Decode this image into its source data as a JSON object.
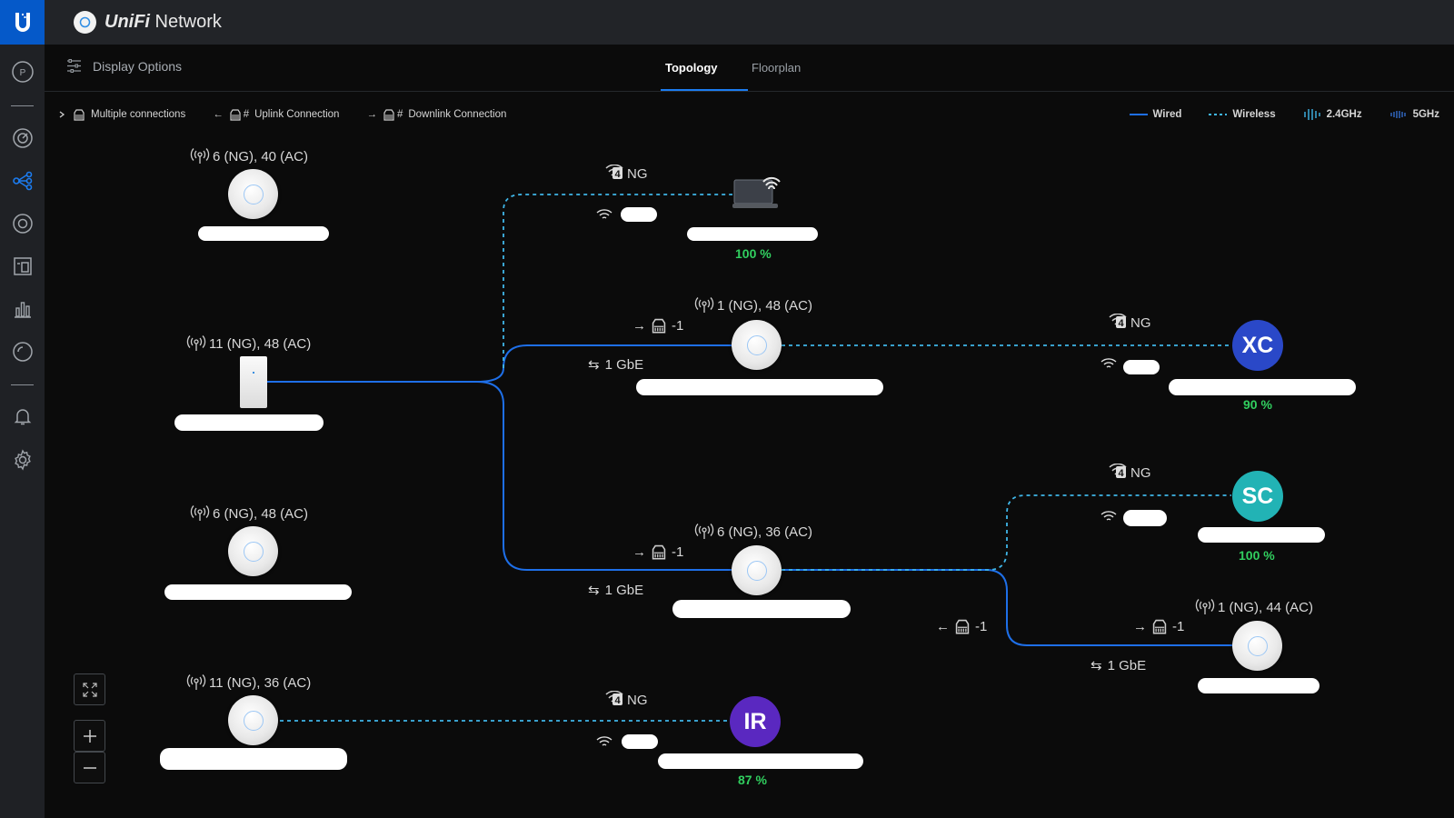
{
  "app": {
    "name_bold": "UniFi",
    "name_rest": " Network"
  },
  "sidebar": {
    "avatar_letter": "P"
  },
  "toolbar": {
    "display_options": "Display Options",
    "tabs": [
      {
        "label": "Topology",
        "active": true
      },
      {
        "label": "Floorplan",
        "active": false
      }
    ]
  },
  "legend": {
    "multiple": "Multiple connections",
    "uplink": "Uplink Connection",
    "downlink": "Downlink Connection",
    "hash": "#",
    "wired": "Wired",
    "wireless": "Wireless",
    "band_24": "2.4GHz",
    "band_5": "5GHz"
  },
  "colors": {
    "accent": "#1c7cf0",
    "wired": "#1e6fe8",
    "wireless": "#3fb6e8",
    "good": "#31cf5f"
  },
  "devices": {
    "ap1": {
      "channels": "6 (NG), 40 (AC)"
    },
    "switch": {
      "channels": "11 (NG), 48 (AC)"
    },
    "ap3": {
      "channels": "6 (NG), 48 (AC)"
    },
    "ap4": {
      "channels": "11 (NG), 36 (AC)"
    },
    "ap_mid_top": {
      "channels": "1 (NG), 48 (AC)",
      "port": "-1",
      "speed": "1 GbE"
    },
    "ap_mid_bot": {
      "channels": "6 (NG), 36 (AC)",
      "port": "-1",
      "speed": "1 GbE"
    },
    "ap_right": {
      "channels": "1 (NG), 44 (AC)",
      "port_in": "-1",
      "port_out": "-1",
      "speed": "1 GbE"
    }
  },
  "clients": {
    "laptop": {
      "band": "NG",
      "signal": "100 %"
    },
    "xc": {
      "initials": "XC",
      "color": "#2a48c8",
      "band": "NG",
      "signal": "90 %"
    },
    "sc": {
      "initials": "SC",
      "color": "#22b3b5",
      "band": "NG",
      "signal": "100 %"
    },
    "ir": {
      "initials": "IR",
      "color": "#5a28c0",
      "band": "NG",
      "signal": "87 %"
    }
  },
  "wifi_generation": "4"
}
